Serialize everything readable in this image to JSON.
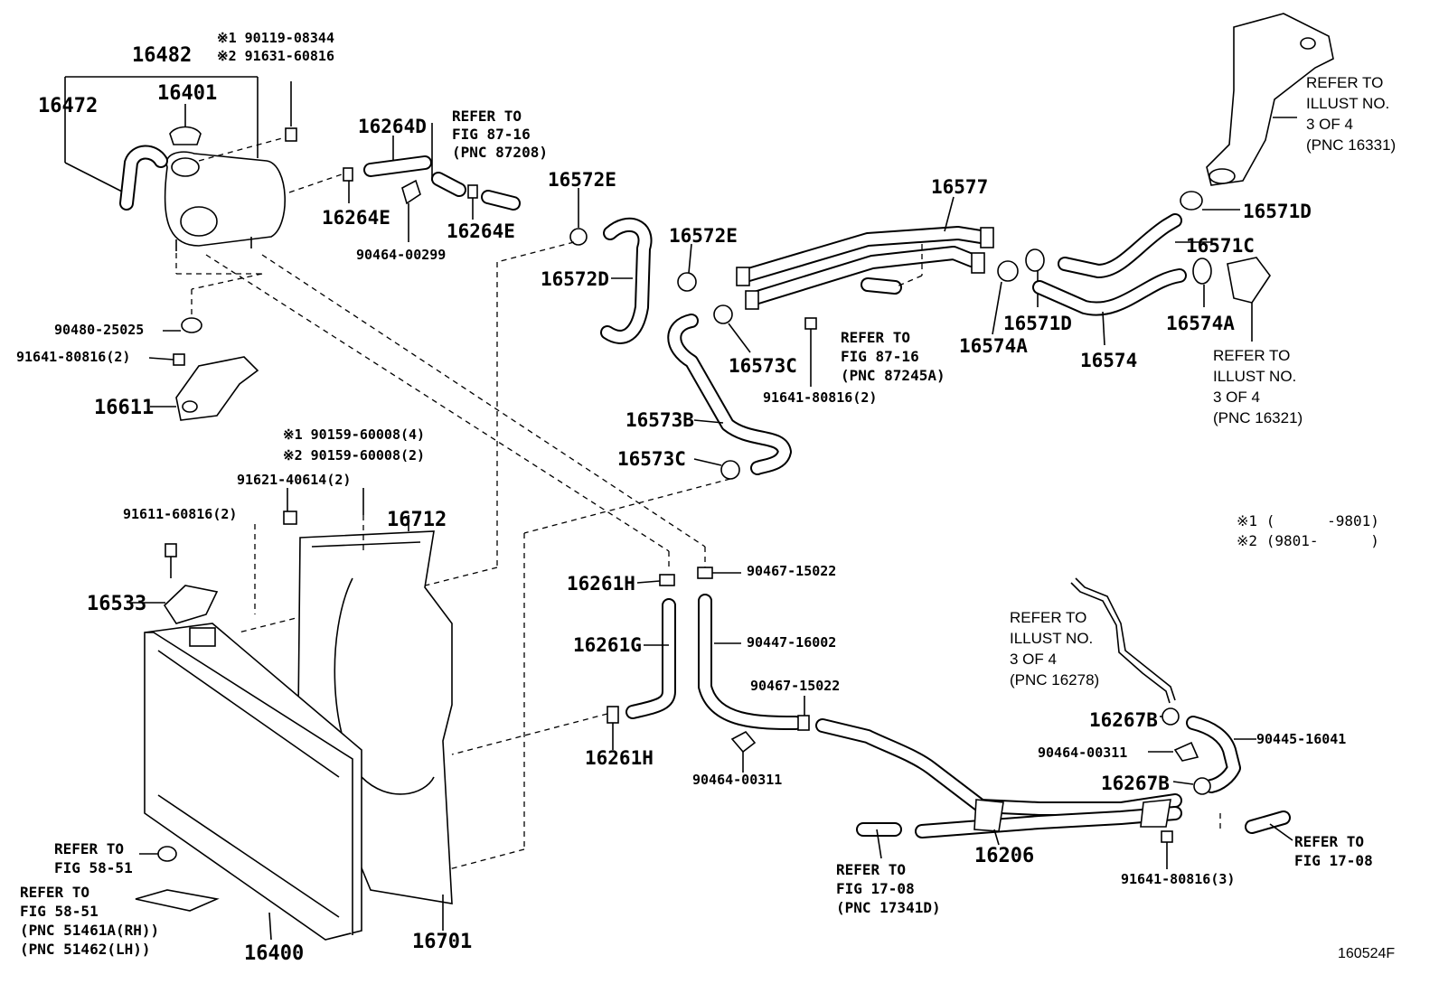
{
  "diagram": {
    "figure_number": "160524F",
    "legend": [
      {
        "mark": "※1",
        "range": "(      -9801)"
      },
      {
        "mark": "※2",
        "range": "(9801-      )"
      }
    ],
    "parts": [
      {
        "id": "p16482",
        "text": "16482"
      },
      {
        "id": "p16472",
        "text": "16472"
      },
      {
        "id": "p16401",
        "text": "16401"
      },
      {
        "id": "p90119",
        "text": "※1 90119-08344"
      },
      {
        "id": "p91631",
        "text": "※2 91631-60816"
      },
      {
        "id": "p16264D",
        "text": "16264D"
      },
      {
        "id": "p16264E_a",
        "text": "16264E"
      },
      {
        "id": "p16264E_b",
        "text": "16264E"
      },
      {
        "id": "p90464_00299",
        "text": "90464-00299"
      },
      {
        "id": "p16572E_a",
        "text": "16572E"
      },
      {
        "id": "p16572D",
        "text": "16572D"
      },
      {
        "id": "p16572E_b",
        "text": "16572E"
      },
      {
        "id": "p16573C_a",
        "text": "16573C"
      },
      {
        "id": "p16573B",
        "text": "16573B"
      },
      {
        "id": "p16573C_b",
        "text": "16573C"
      },
      {
        "id": "p16577",
        "text": "16577"
      },
      {
        "id": "p91641_a",
        "text": "91641-80816(2)"
      },
      {
        "id": "p16574A_a",
        "text": "16574A"
      },
      {
        "id": "p16571D_a",
        "text": "16571D"
      },
      {
        "id": "p16574",
        "text": "16574"
      },
      {
        "id": "p16574A_b",
        "text": "16574A"
      },
      {
        "id": "p16571C",
        "text": "16571C"
      },
      {
        "id": "p16571D_b",
        "text": "16571D"
      },
      {
        "id": "p90480",
        "text": "90480-25025"
      },
      {
        "id": "p91641_b",
        "text": "91641-80816(2)"
      },
      {
        "id": "p16611",
        "text": "16611"
      },
      {
        "id": "p90159_1",
        "text": "※1 90159-60008(4)"
      },
      {
        "id": "p90159_2",
        "text": "※2 90159-60008(2)"
      },
      {
        "id": "p91621",
        "text": "91621-40614(2)"
      },
      {
        "id": "p91611",
        "text": "91611-60816(2)"
      },
      {
        "id": "p16712",
        "text": "16712"
      },
      {
        "id": "p16533",
        "text": "16533"
      },
      {
        "id": "p16261H_a",
        "text": "16261H"
      },
      {
        "id": "p16261G",
        "text": "16261G"
      },
      {
        "id": "p16261H_b",
        "text": "16261H"
      },
      {
        "id": "p90467_a",
        "text": "90467-15022"
      },
      {
        "id": "p90447",
        "text": "90447-16002"
      },
      {
        "id": "p90467_b",
        "text": "90467-15022"
      },
      {
        "id": "p90464_00311_a",
        "text": "90464-00311"
      },
      {
        "id": "p16267B_a",
        "text": "16267B"
      },
      {
        "id": "p90445",
        "text": "90445-16041"
      },
      {
        "id": "p90464_00311_b",
        "text": "90464-00311"
      },
      {
        "id": "p16267B_b",
        "text": "16267B"
      },
      {
        "id": "p16206",
        "text": "16206"
      },
      {
        "id": "p91641_c",
        "text": "91641-80816(3)"
      },
      {
        "id": "p16400",
        "text": "16400"
      },
      {
        "id": "p16701",
        "text": "16701"
      }
    ],
    "references": [
      {
        "id": "r87208",
        "lines": [
          "REFER TO",
          "FIG 87-16",
          "(PNC 87208)"
        ]
      },
      {
        "id": "r87245A",
        "lines": [
          "REFER TO",
          "FIG 87-16",
          "(PNC 87245A)"
        ]
      },
      {
        "id": "r16331",
        "lines": [
          "REFER TO",
          "ILLUST NO.",
          "3 OF 4",
          "(PNC 16331)"
        ]
      },
      {
        "id": "r16321",
        "lines": [
          "REFER TO",
          "ILLUST NO.",
          "3 OF 4",
          "(PNC 16321)"
        ]
      },
      {
        "id": "r16278",
        "lines": [
          "REFER TO",
          "ILLUST NO.",
          "3 OF 4",
          "(PNC 16278)"
        ]
      },
      {
        "id": "r17341D",
        "lines": [
          "REFER TO",
          "FIG 17-08",
          "(PNC 17341D)"
        ]
      },
      {
        "id": "r1708",
        "lines": [
          "REFER TO",
          "FIG 17-08"
        ]
      },
      {
        "id": "r5851a",
        "lines": [
          "REFER TO",
          "FIG 58-51"
        ]
      },
      {
        "id": "r5851b",
        "lines": [
          "REFER TO",
          "FIG 58-51",
          "(PNC 51461A(RH))",
          "(PNC 51462(LH))"
        ]
      }
    ]
  }
}
